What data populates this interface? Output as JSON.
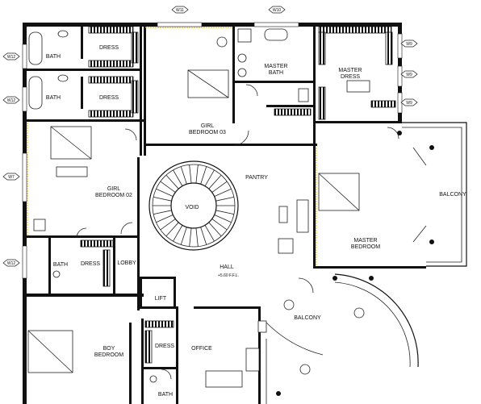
{
  "rooms": {
    "bath_1": "BATH",
    "dress_1": "DRESS",
    "bath_2": "BATH",
    "dress_2": "DRESS",
    "master_bath": "MASTER\nBATH",
    "master_dress": "MASTER\nDRESS",
    "girl_bedroom_03": "GIRL\nBEDROOM 03",
    "girl_bedroom_02": "GIRL\nBEDROOM 02",
    "pantry": "PANTRY",
    "void": "VOID",
    "balcony_right": "BALCONY",
    "master_bedroom": "MASTER\nBEDROOM",
    "bath_3": "BATH",
    "dress_3": "DRESS",
    "lobby": "LOBBY",
    "hall": "HALL",
    "level": "+5.60 F.F.L.",
    "lift": "LIFT",
    "balcony_bottom": "BALCONY",
    "boy_bedroom": "BOY\nBEDROOM",
    "dress_4": "DRESS",
    "office": "OFFICE",
    "bath_4": "BATH"
  },
  "window_tags": [
    "W11",
    "W10",
    "W9",
    "W9",
    "W9",
    "W12",
    "W12",
    "W7",
    "W12"
  ]
}
